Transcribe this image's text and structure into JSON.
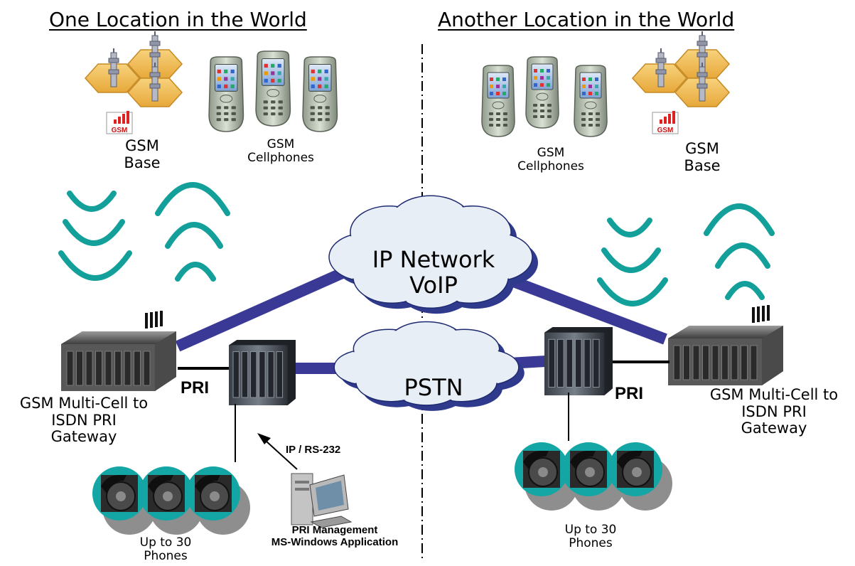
{
  "locations": {
    "left_title": "One Location in the World",
    "right_title": "Another Location in the World"
  },
  "left": {
    "gsm_base_line1": "GSM",
    "gsm_base_line2": "Base",
    "gsm_badge": "GSM",
    "cellphones_line1": "GSM",
    "cellphones_line2": "Cellphones",
    "gateway_line1": "GSM Multi-Cell to",
    "gateway_line2": "ISDN PRI",
    "gateway_line3": "Gateway",
    "pri_label": "PRI",
    "phones_line1": "Up to 30",
    "phones_line2": "Phones",
    "mgmt_link_label": "IP / RS-232",
    "mgmt_line1": "PRI Management",
    "mgmt_line2": "MS-Windows Application"
  },
  "right": {
    "gsm_base_line1": "GSM",
    "gsm_base_line2": "Base",
    "gsm_badge": "GSM",
    "cellphones_line1": "GSM",
    "cellphones_line2": "Cellphones",
    "gateway_line1": "GSM Multi-Cell to",
    "gateway_line2": "ISDN PRI",
    "gateway_line3": "Gateway",
    "pri_label": "PRI",
    "phones_line1": "Up to 30",
    "phones_line2": "Phones"
  },
  "clouds": {
    "ip_line1": "IP Network",
    "ip_line2": "VoIP",
    "pstn": "PSTN"
  },
  "colors": {
    "link_blue": "#3a3a96",
    "wave_teal": "#14a09a",
    "hex_yellow": "#f2c05a",
    "cloud_fill": "#e8eef6",
    "cloud_shadow": "#2f3a8c",
    "phone_teal": "#0aa0a0",
    "phone_gray": "#8e8e8e"
  }
}
